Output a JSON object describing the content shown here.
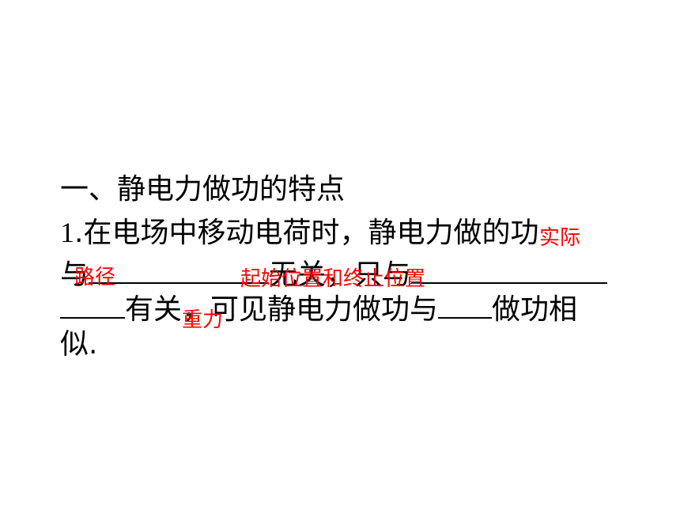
{
  "heading": "一、静电力做功的特点",
  "item1": {
    "number": "1",
    "text_a": ".在电场中移动电荷时，静电力做的功",
    "text_b": "与",
    "text_c": "无关，只与",
    "text_d": "有关，可见静电力做功与",
    "text_e": "做功相",
    "text_f": "似."
  },
  "answers": {
    "a1": "实际",
    "a2": "路径",
    "a3": "起始位置和终止位置",
    "a4": "重力"
  },
  "colors": {
    "text": "#000000",
    "answer": "#ff0000"
  }
}
